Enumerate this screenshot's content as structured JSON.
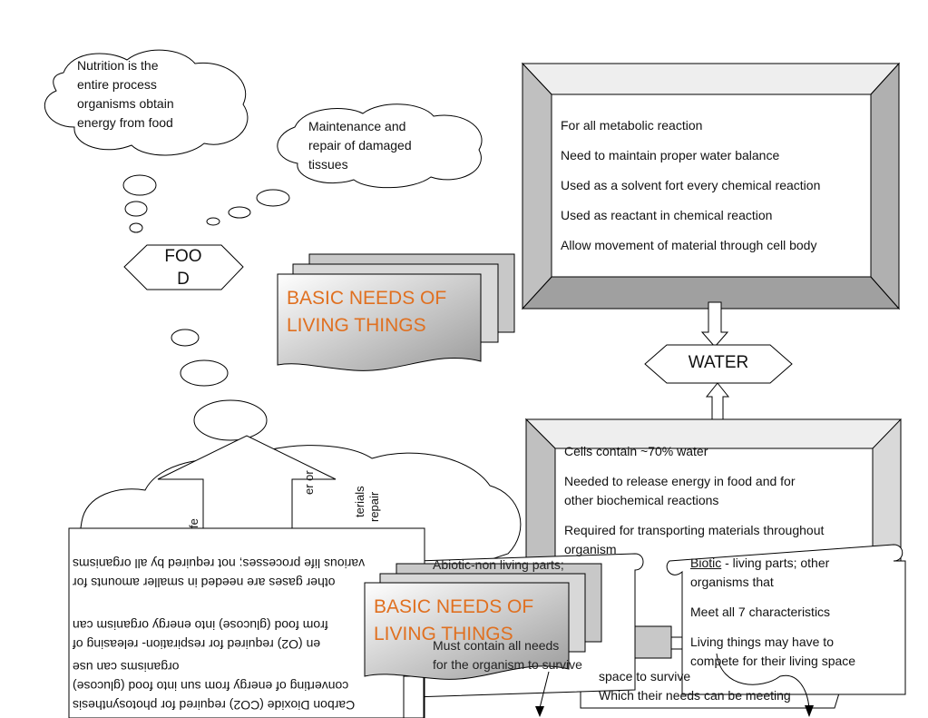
{
  "food_cloud": {
    "nutrition_lines": [
      "Nutrition is the",
      "entire process",
      "organisms obtain",
      "energy from food"
    ],
    "maintenance_lines": [
      "Maintenance and",
      "repair of damaged",
      "tissues"
    ],
    "food_label_lines": [
      "FOO",
      "D"
    ]
  },
  "title_top": [
    "BASIC NEEDS OF",
    "LIVING THINGS"
  ],
  "title_bottom": [
    "BASIC NEEDS OF",
    "LIVING THINGS"
  ],
  "water_box": {
    "items": [
      "For all metabolic reaction",
      "Need to maintain proper water balance",
      "Used as a solvent fort every chemical reaction",
      "Used as reactant in chemical reaction",
      "Allow movement of material through cell body"
    ]
  },
  "water_label": "WATER",
  "water_box_2": {
    "items": [
      "Cells contain ~70% water",
      "  Needed to release energy in food and for",
      "other biochemical reactions",
      "Required for transporting materials throughout",
      "organism"
    ]
  },
  "biotic_scroll": {
    "term": "Biotic",
    "lines": [
      " - living parts; other",
      "organisms that",
      "Meet all 7 characteristics",
      "Living things may have to",
      "compete for their living space"
    ]
  },
  "abiotic_scroll": {
    "lines": [
      "Abiotic-non living parts;",
      "Must contain all needs",
      "for the organism to survive"
    ]
  },
  "bottom_oval": {
    "lines": [
      "space to survive",
      "Which their needs can be meeting"
    ]
  },
  "flipped_box": {
    "lines": [
      "various life processes; not required by all organisms",
      "other gases are needed in smaller amounts for",
      "from food (glucose) into energy organism can",
      "en (O2) required for respiration- releasing of",
      "organisms can use",
      "converting of energy from sun into food (glucose)",
      "Carbon Dioxide (CO2) required for photosynthesis"
    ]
  },
  "cloud_fragments": [
    "er or",
    "terials",
    "repair",
    "fe"
  ]
}
